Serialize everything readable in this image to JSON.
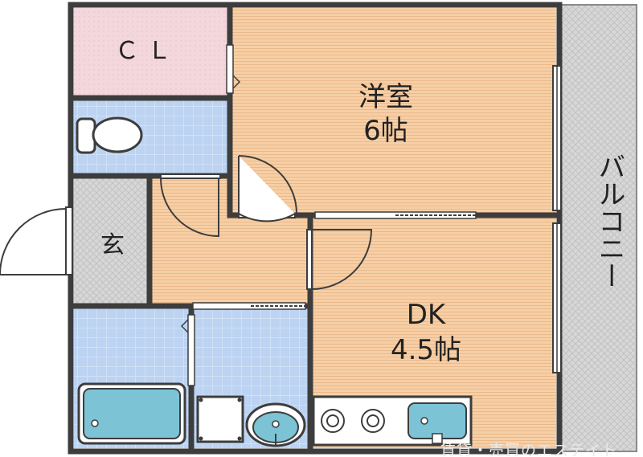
{
  "rooms": {
    "closet": {
      "label": "ＣＬ"
    },
    "western_room": {
      "label": "洋室",
      "size": "6帖"
    },
    "entrance": {
      "label": "玄"
    },
    "dining_kitchen": {
      "label": "DK",
      "size": "4.5帖"
    },
    "balcony": {
      "label": "バルコニー"
    }
  },
  "watermark": "賃貸・売買のエステイト",
  "colors": {
    "wall": "#3d3d3d",
    "closet_floor": "#f3d7dc",
    "wood_floor": "#f7cfa6",
    "tile_floor": "#bcd3f2",
    "entrance_floor": "#d9d9d9",
    "balcony_floor": "#d7d7d7",
    "fixture": "#7cc3d6"
  }
}
